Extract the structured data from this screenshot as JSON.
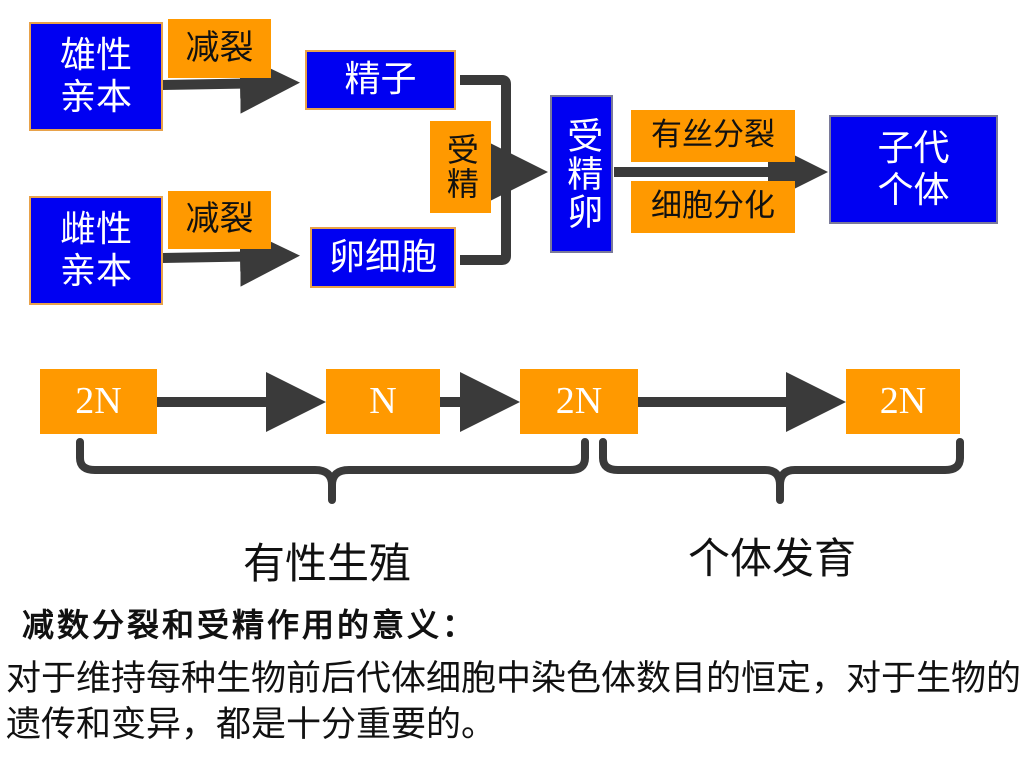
{
  "flow": {
    "male_parent": "雄性亲本",
    "female_parent": "雌性亲本",
    "meiosis_top": "减裂",
    "meiosis_bottom": "减裂",
    "sperm": "精子",
    "egg": "卵细胞",
    "fertilization": "受精",
    "zygote": "受精卵",
    "mitosis": "有丝分裂",
    "differentiation": "细胞分化",
    "offspring": "子代个体"
  },
  "chromosome": {
    "stages": [
      "2N",
      "N",
      "2N",
      "2N"
    ],
    "brace_labels": [
      "有性生殖",
      "个体发育"
    ]
  },
  "significance": {
    "heading": "减数分裂和受精作用的意义：",
    "text": "对于维持每种生物前后代体细胞中染色体数目的恒定，对于生物的遗传和变异，都是十分重要的。"
  },
  "colors": {
    "blue_box": "#0000f2",
    "orange_box": "#ff9900",
    "arrow": "#3a3a3a"
  }
}
